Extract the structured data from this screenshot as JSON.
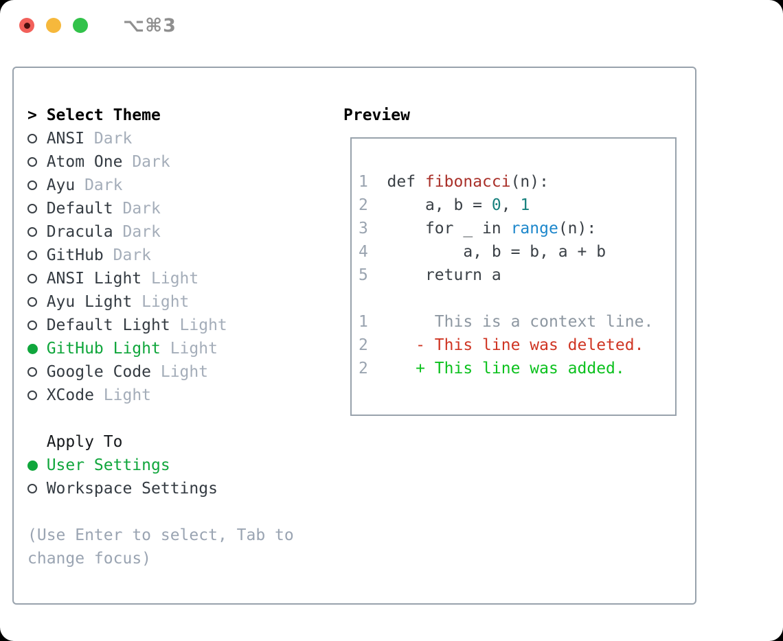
{
  "titlebar": {
    "shortcut": "⌥⌘3"
  },
  "colors": {
    "accent_green": "#10a63c",
    "added_green": "#0cc11e",
    "deleted_red": "#cf3523",
    "function_red": "#a93029",
    "number_teal": "#16807d",
    "builtin_blue": "#1d87cb",
    "muted_gray": "#a4adb9",
    "panel_border": "#98a2ac"
  },
  "picker": {
    "prompt": ">",
    "title": "Select Theme",
    "themes": [
      {
        "name": "ANSI",
        "variant": "Dark",
        "selected": false
      },
      {
        "name": "Atom One",
        "variant": "Dark",
        "selected": false
      },
      {
        "name": "Ayu",
        "variant": "Dark",
        "selected": false
      },
      {
        "name": "Default",
        "variant": "Dark",
        "selected": false
      },
      {
        "name": "Dracula",
        "variant": "Dark",
        "selected": false
      },
      {
        "name": "GitHub",
        "variant": "Dark",
        "selected": false
      },
      {
        "name": "ANSI Light",
        "variant": "Light",
        "selected": false
      },
      {
        "name": "Ayu Light",
        "variant": "Light",
        "selected": false
      },
      {
        "name": "Default Light",
        "variant": "Light",
        "selected": false
      },
      {
        "name": "GitHub Light",
        "variant": "Light",
        "selected": true
      },
      {
        "name": "Google Code",
        "variant": "Light",
        "selected": false
      },
      {
        "name": "XCode",
        "variant": "Light",
        "selected": false
      }
    ],
    "apply_to": {
      "title": "Apply To",
      "options": [
        {
          "name": "User Settings",
          "selected": true
        },
        {
          "name": "Workspace Settings",
          "selected": false
        }
      ]
    },
    "hint": "(Use Enter to select, Tab to change focus)"
  },
  "preview": {
    "title": "Preview",
    "lines": [
      {
        "segments": [
          {
            "c": "ln",
            "t": "1"
          },
          {
            "c": "pl",
            "t": "  def "
          },
          {
            "c": "fn",
            "t": "fibonacci"
          },
          {
            "c": "pl",
            "t": "(n):"
          }
        ]
      },
      {
        "segments": [
          {
            "c": "ln",
            "t": "2"
          },
          {
            "c": "pl",
            "t": "      a, b = "
          },
          {
            "c": "nu",
            "t": "0"
          },
          {
            "c": "pl",
            "t": ", "
          },
          {
            "c": "nu",
            "t": "1"
          }
        ]
      },
      {
        "segments": [
          {
            "c": "ln",
            "t": "3"
          },
          {
            "c": "pl",
            "t": "      for _ in "
          },
          {
            "c": "kw",
            "t": "range"
          },
          {
            "c": "pl",
            "t": "(n):"
          }
        ]
      },
      {
        "segments": [
          {
            "c": "ln",
            "t": "4"
          },
          {
            "c": "pl",
            "t": "          a, b = b, a + b"
          }
        ]
      },
      {
        "segments": [
          {
            "c": "ln",
            "t": "5"
          },
          {
            "c": "pl",
            "t": "      return a"
          }
        ]
      },
      {
        "segments": []
      },
      {
        "segments": [
          {
            "c": "ln",
            "t": "1"
          },
          {
            "c": "ctx",
            "t": "       This is a context line."
          }
        ]
      },
      {
        "segments": [
          {
            "c": "ln",
            "t": "2"
          },
          {
            "c": "del",
            "t": "     - This line was deleted."
          }
        ]
      },
      {
        "segments": [
          {
            "c": "ln",
            "t": "2"
          },
          {
            "c": "add",
            "t": "     + This line was added."
          }
        ]
      }
    ]
  }
}
